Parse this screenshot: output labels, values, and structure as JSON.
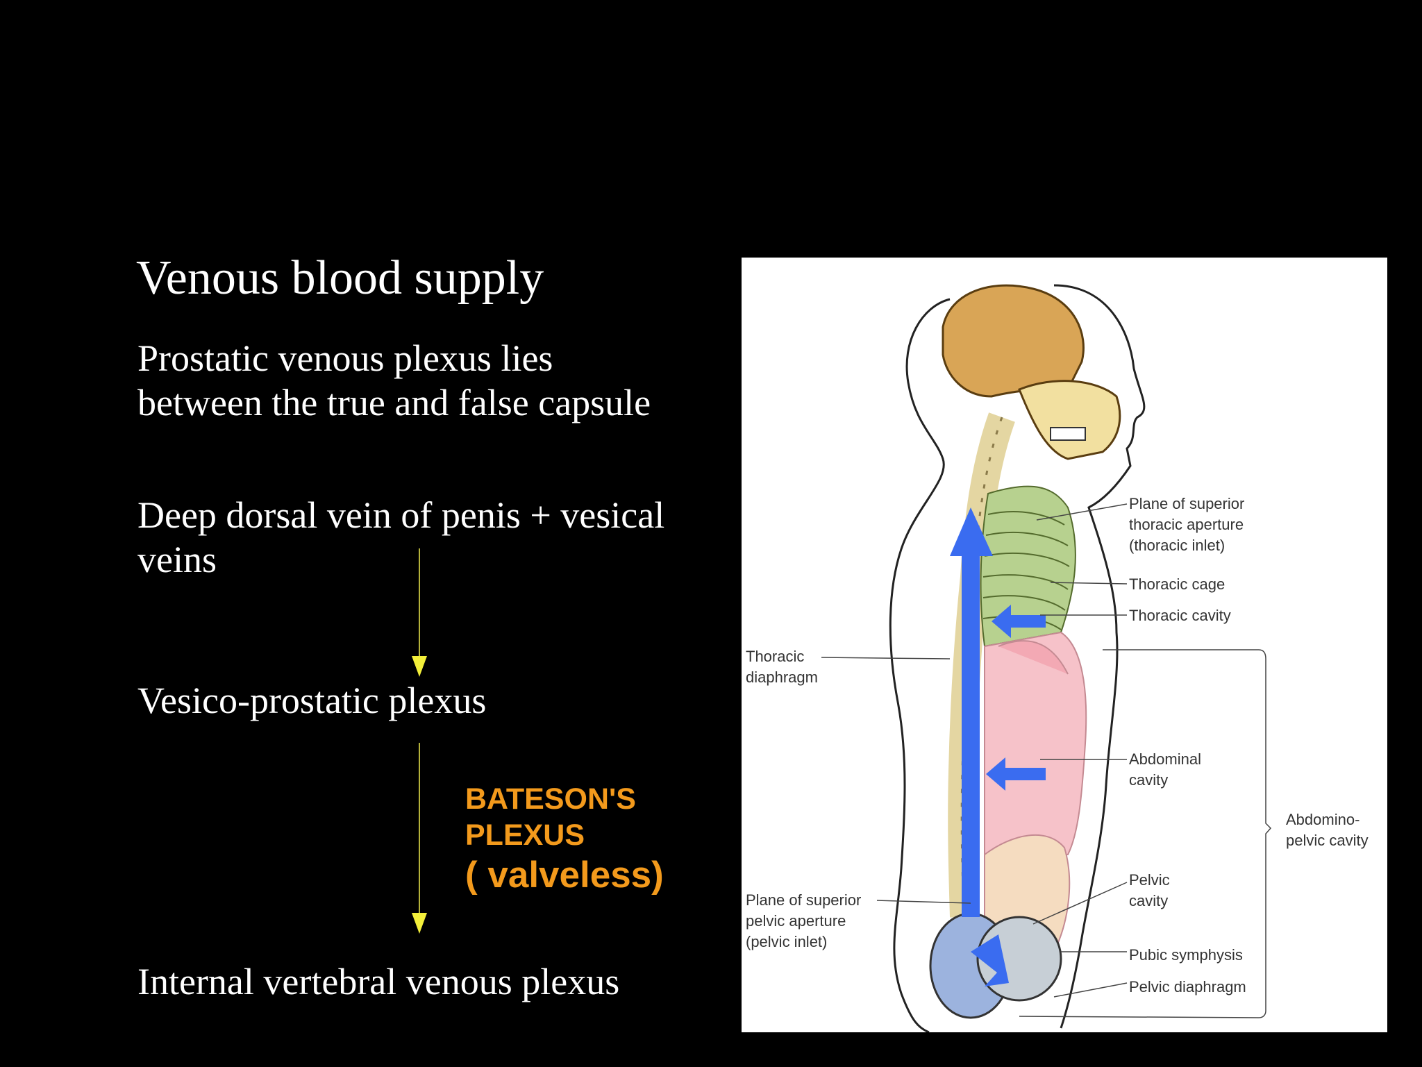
{
  "slide": {
    "title": "Venous blood supply",
    "p1": "Prostatic venous plexus lies between the true and false capsule",
    "p2": "Deep dorsal vein of penis + vesical veins",
    "p3": "Vesico-prostatic plexus",
    "p4": "Internal vertebral venous plexus",
    "bateson_line1": "BATESON'S",
    "bateson_line2": "PLEXUS",
    "bateson_line3": "( valveless)"
  },
  "colors": {
    "background": "#000000",
    "arrow_yellow": "#f3ef3a",
    "bateson_orange": "#f39a1c",
    "blood_arrow_blue": "#3a6cf0"
  },
  "diagram": {
    "labels": {
      "sup_thoracic": "Plane of superior\nthoracic aperture\n(thoracic inlet)",
      "thoracic_cage": "Thoracic cage",
      "thoracic_cavity": "Thoracic cavity",
      "thoracic_diaphragm": "Thoracic\ndiaphragm",
      "abdominal_cavity": "Abdominal\ncavity",
      "abdominopelvic": "Abdomino-\npelvic cavity",
      "pelvic_cavity": "Pelvic\ncavity",
      "sup_pelvic": "Plane of superior\npelvic aperture\n(pelvic inlet)",
      "pubic_symphysis": "Pubic symphysis",
      "pelvic_diaphragm": "Pelvic diaphragm"
    }
  }
}
